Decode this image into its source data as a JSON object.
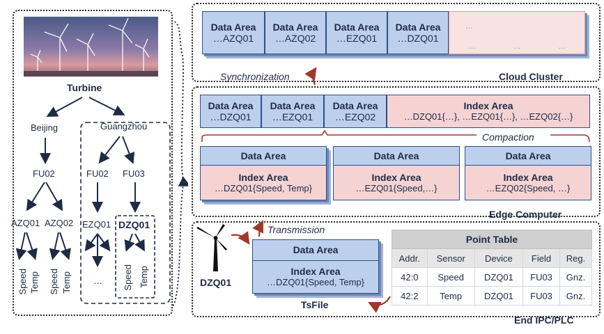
{
  "cloud": {
    "label": "Cloud Cluster",
    "sync_label": "Synchronization",
    "data_area_title": "Data Area",
    "areas": [
      "…AZQ01",
      "…AZQ02",
      "…EZQ01",
      "…DZQ01"
    ],
    "fade_dots": [
      "…",
      "…",
      "…",
      "…"
    ]
  },
  "edge": {
    "label": "Edge Computer",
    "compaction_label": "Compaction",
    "data_area_title": "Data Area",
    "index_area_title": "Index Area",
    "top_areas": [
      "…DZQ01",
      "…EZQ01",
      "…EZQ02"
    ],
    "top_index": "…DZQ01{…}, …EZQ01{…}, …EZQ02{…}",
    "files": [
      "…DZQ01{Speed, Temp}",
      "…EZQ01{Speed,…}",
      "…EZQ02{Speed, …}"
    ]
  },
  "end": {
    "label": "End IPC/PLC",
    "transmission_label": "Transmission",
    "device_label": "DZQ01",
    "tsfile_label": "TsFile",
    "data_area_title": "Data Area",
    "index_area_title": "Index Area",
    "tsfile_index": "…DZQ01{Speed, Temp}",
    "point_table": {
      "title": "Point Table",
      "headers": [
        "Addr.",
        "Sensor",
        "Device",
        "Field",
        "Reg."
      ],
      "rows": [
        [
          "42:0",
          "Speed",
          "DZQ01",
          "FU03",
          "Gnz."
        ],
        [
          "42:2",
          "Temp",
          "DZQ01",
          "FU03",
          "Gnz."
        ]
      ]
    }
  },
  "tree": {
    "root": "Turbine",
    "beijing": "Beijing",
    "guangzhou": "Guangzhou",
    "fu02_left": "FU02",
    "fu02_right": "FU02",
    "fu03": "FU03",
    "azq01": "AZQ01",
    "azq02": "AZQ02",
    "ezq01": "EZQ01",
    "dzq01": "DZQ01",
    "leaf_speed": "Speed",
    "leaf_temp": "Temp",
    "ellipsis": "…"
  },
  "colors": {
    "data_area_blue": "#bcd0ee",
    "index_area_pink": "#f5d3d3",
    "arrow_red": "#a0392b",
    "tree_navy": "#1f2a44"
  }
}
